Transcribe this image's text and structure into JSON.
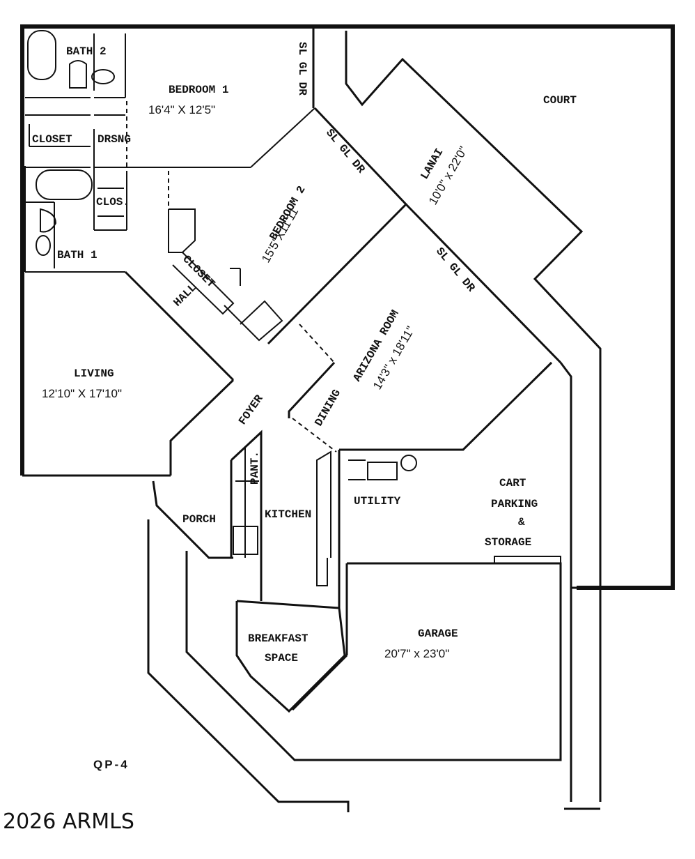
{
  "plan_id": "QP-4",
  "watermark": "2026 ARMLS",
  "rooms": {
    "bath2": {
      "name": "BATH 2"
    },
    "bedroom1": {
      "name": "BEDROOM 1",
      "dims": "16'4\" X 12'5\""
    },
    "closet1": {
      "name": "CLOSET"
    },
    "dressing": {
      "name": "DRSNG"
    },
    "closet2": {
      "name": "CLOS."
    },
    "bath1": {
      "name": "BATH 1"
    },
    "bedroom2": {
      "name": "BEDROOM 2",
      "dims": "15'5\"X11'11\""
    },
    "closet3": {
      "name": "CLOSET"
    },
    "hall": {
      "name": "HALL"
    },
    "living": {
      "name": "LIVING",
      "dims": "12'10\" X 17'10\""
    },
    "foyer": {
      "name": "FOYER"
    },
    "dining": {
      "name": "DINING"
    },
    "arizona_room": {
      "name": "ARIZONA ROOM",
      "dims": "14'3\" x 18'11\""
    },
    "lanai": {
      "name": "LANAI",
      "dims": "10'0\" x 22'0\""
    },
    "court": {
      "name": "COURT"
    },
    "pantry": {
      "name": "PANT."
    },
    "kitchen": {
      "name": "KITCHEN"
    },
    "utility": {
      "name": "UTILITY"
    },
    "porch": {
      "name": "PORCH"
    },
    "cart": {
      "line1": "CART",
      "line2": "PARKING",
      "line3": "&",
      "line4": "STORAGE"
    },
    "breakfast": {
      "line1": "BREAKFAST",
      "line2": "SPACE"
    },
    "garage": {
      "name": "GARAGE",
      "dims": "20'7\" x 23'0\""
    }
  },
  "doors": {
    "top": "SL GL DR",
    "bedroom2": "SL GL DR",
    "arizona": "SL GL DR"
  }
}
